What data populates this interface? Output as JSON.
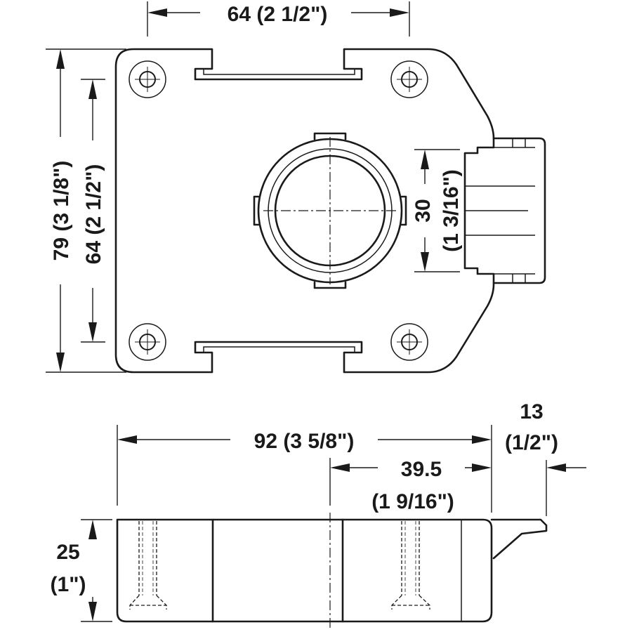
{
  "dimensions": {
    "top_width": "64 (2 1/2\")",
    "outer_height": "79 (3 1/8\")",
    "inner_height": "64 (2 1/2\")",
    "bolt_height_value": "30",
    "bolt_height_inches": "(1 3/16\")",
    "overall_length": "92 (3 5/8\")",
    "center_offset_value": "39.5",
    "center_offset_inches": "(1 9/16\")",
    "bolt_projection_value": "13",
    "bolt_projection_inches": "(1/2\")",
    "body_depth_value": "25",
    "body_depth_inches": "(1\")"
  }
}
